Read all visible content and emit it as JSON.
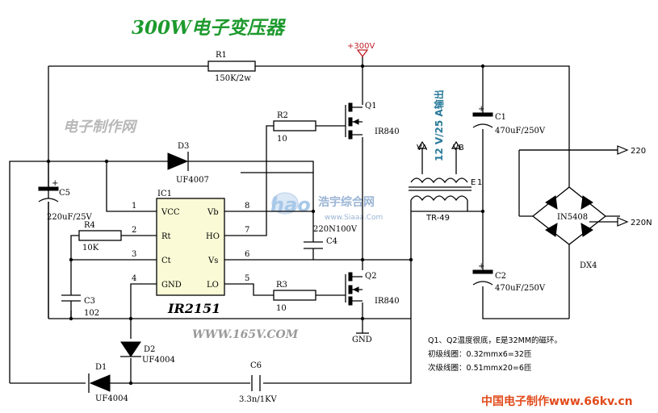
{
  "title": "300W电子变压器",
  "watermarks": {
    "site_cn": "电子制作网",
    "haoyu_logo": "hao",
    "haoyu_cn": "浩宇综合网",
    "haoyu_url": "www.Siaaa.Com",
    "url_165v": "WWW.165V.COM",
    "footer": "中国电子制作www.66kv.cn"
  },
  "supply": {
    "label": "+300V"
  },
  "ground": {
    "label": "GND"
  },
  "ic": {
    "ref": "IC1",
    "name": "IR2151",
    "pins_left": [
      {
        "num": "1",
        "name": "VCC"
      },
      {
        "num": "2",
        "name": "Rt"
      },
      {
        "num": "3",
        "name": "Ct"
      },
      {
        "num": "4",
        "name": "GND"
      }
    ],
    "pins_right": [
      {
        "num": "8",
        "name": "Vb"
      },
      {
        "num": "7",
        "name": "HO"
      },
      {
        "num": "6",
        "name": "Vs"
      },
      {
        "num": "5",
        "name": "LO"
      }
    ]
  },
  "components": {
    "r1": {
      "ref": "R1",
      "value": "150K/2w"
    },
    "r2": {
      "ref": "R2",
      "value": "10"
    },
    "r3": {
      "ref": "R3",
      "value": "10"
    },
    "r4": {
      "ref": "R4",
      "value": "10K"
    },
    "d1": {
      "ref": "D1",
      "value": "UF4004"
    },
    "d2": {
      "ref": "D2",
      "value": "UF4004"
    },
    "d3": {
      "ref": "D3",
      "value": "UF4007"
    },
    "c1": {
      "ref": "C1",
      "value": "470uF/250V"
    },
    "c2": {
      "ref": "C2",
      "value": "470uF/250V"
    },
    "c3": {
      "ref": "C3",
      "value": "102"
    },
    "c4": {
      "ref": "C4",
      "value": "220N100V"
    },
    "c5": {
      "ref": "C5",
      "value": "220uF/25V"
    },
    "c6": {
      "ref": "C6",
      "value": "3.3n/1KV"
    },
    "q1": {
      "ref": "Q1",
      "value": "IR840"
    },
    "q2": {
      "ref": "Q2",
      "value": "IR840"
    },
    "t1": {
      "ref": "TR-49",
      "tap_e": "E",
      "pin_1": "1",
      "va": "VA",
      "vb": "VB",
      "output": "12 V/25 A输出"
    },
    "bridge": {
      "ref": "DX4",
      "value": "IN5408"
    }
  },
  "ac": {
    "in1": "220",
    "in2": "220N"
  },
  "notes": [
    "Q1、Q2温度很底，E是32MM的磁环。",
    "初级线圈：0.32mmx6=32匝",
    "次级线圈：0.51mmx20=6匝"
  ]
}
